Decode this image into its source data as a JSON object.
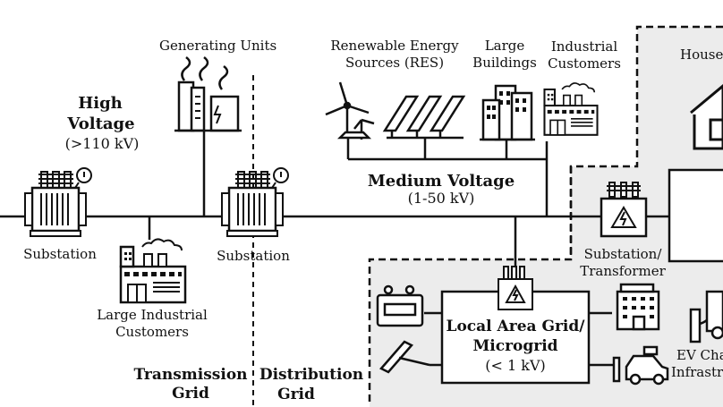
{
  "labels": {
    "generating_units": "Generating Units",
    "high_voltage_title": "High",
    "high_voltage_title2": "Voltage",
    "high_voltage_range": "(>110 kV)",
    "substation_left": "Substation",
    "substation_mid": "Substation",
    "large_industrial_1": "Large Industrial",
    "large_industrial_2": "Customers",
    "transmission_1": "Transmission",
    "transmission_2": "Grid",
    "distribution_1": "Distribution",
    "distribution_2": "Grid",
    "res_1": "Renewable Energy",
    "res_2": "Sources (RES)",
    "large_buildings_1": "Large",
    "large_buildings_2": "Buildings",
    "industrial_customers_1": "Industrial",
    "industrial_customers_2": "Customers",
    "medium_voltage_title": "Medium Voltage",
    "medium_voltage_range": "(1-50 kV)",
    "substation_transformer_1": "Substation/",
    "substation_transformer_2": "Transformer",
    "households": "House",
    "local_grid_1": "Local Area Grid/",
    "local_grid_2": "Microgrid",
    "local_grid_range": "(< 1 kV)",
    "ev_1": "EV Cha",
    "ev_2": "Infrastr"
  },
  "colors": {
    "line": "#111111",
    "panel_fill": "#ececec"
  }
}
